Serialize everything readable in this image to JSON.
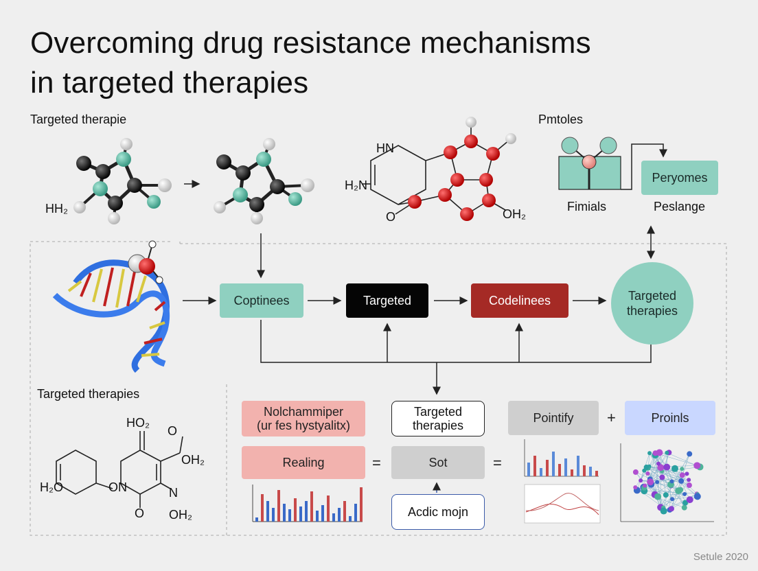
{
  "title": {
    "line1": "Overcoming drug resistance mechanisms",
    "line2": "in targeted therapies"
  },
  "labels": {
    "top_left": "Targeted therapie",
    "top_right": "Pmtoles",
    "bottom_left": "Targeted therapies",
    "molecule1_group": "HH₂",
    "ring_h2n": "H₂N",
    "ring_hn": "HN",
    "ring_o": "O",
    "ring_oh2": "OH₂",
    "fimials": "Fimials",
    "peslange": "Peslange",
    "mol_bottom_ho2": "HO₂",
    "mol_bottom_o": "O",
    "mol_bottom_oh2a": "OH₂",
    "mol_bottom_h2o": "H₂O",
    "mol_bottom_on": "ON",
    "mol_bottom_n": "N",
    "mol_bottom_o2": "O",
    "mol_bottom_oh2b": "OH₂"
  },
  "flow": {
    "box1": "Coptinees",
    "box2": "Targeted",
    "box3": "Codelinees",
    "circle_line1": "Targeted",
    "circle_line2": "therapies",
    "peryomes": "Peryomes"
  },
  "lower": {
    "nolch_line1": "Nolchammiper",
    "nolch_line2": "(ur fes hystyalitx)",
    "targeted_line1": "Targeted",
    "targeted_line2": "therapies",
    "pointify": "Pointify",
    "plus": "+",
    "proinls": "Proinls",
    "realing": "Realing",
    "equals1": "=",
    "sot": "Sot",
    "equals2": "=",
    "acdic": "Acdic mojn"
  },
  "footer": "Setule 2020",
  "colors": {
    "teal": "#8fd0c0",
    "black": "#050505",
    "red": "#a52a25",
    "pink": "#f2b2ae",
    "grey": "#cfcfcf",
    "blue": "#c9d7ff",
    "dna_blue": "#2f6fe0",
    "atom_red": "#d01010",
    "atom_teal": "#4fb39a"
  },
  "icons": [
    "molecule-icon",
    "dna-helix-icon",
    "water-molecule-icon",
    "receptor-icon",
    "network-graph-icon"
  ]
}
